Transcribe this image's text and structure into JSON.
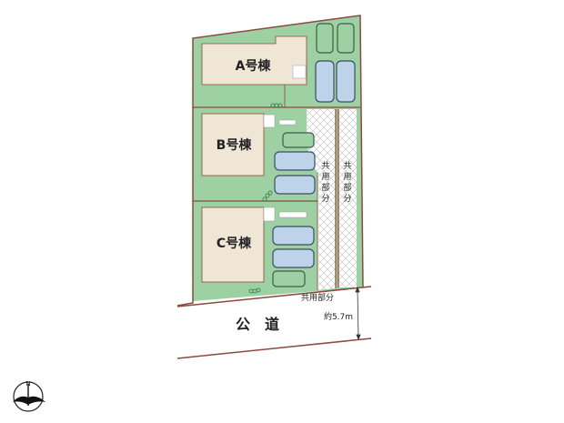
{
  "buildings": [
    {
      "label": "A号棟"
    },
    {
      "label": "B号棟"
    },
    {
      "label": "C号棟"
    }
  ],
  "common_area": {
    "vertical_label_1": [
      "共",
      "用",
      "部",
      "分"
    ],
    "vertical_label_2": [
      "共",
      "用",
      "部",
      "分"
    ],
    "horizontal_label": "共用部分"
  },
  "road": {
    "label": "公　道",
    "width_label": "約5.7m"
  },
  "compass": {
    "north": "N"
  },
  "colors": {
    "lot_green": "#9dd0a3",
    "building": "#efe6d6",
    "boundary": "#8a4b3c",
    "car_green": "#3d5e45",
    "car_blue": "#bcd3ea"
  }
}
